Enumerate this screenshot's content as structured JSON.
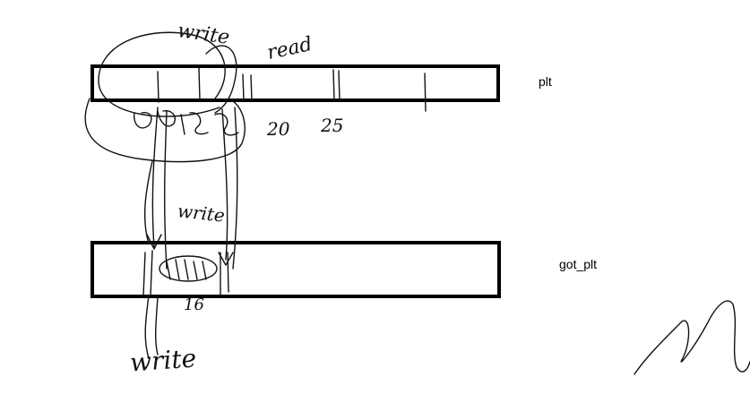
{
  "labels": {
    "plt": "plt",
    "got_plt": "got_plt"
  },
  "handwritten": {
    "write_top": "write",
    "read": "read",
    "n20": "20",
    "n25": "25",
    "write_mid": "write",
    "write_bottom": "write",
    "n16": "16"
  },
  "colors": {
    "ink": "#000000",
    "background": "#ffffff"
  }
}
